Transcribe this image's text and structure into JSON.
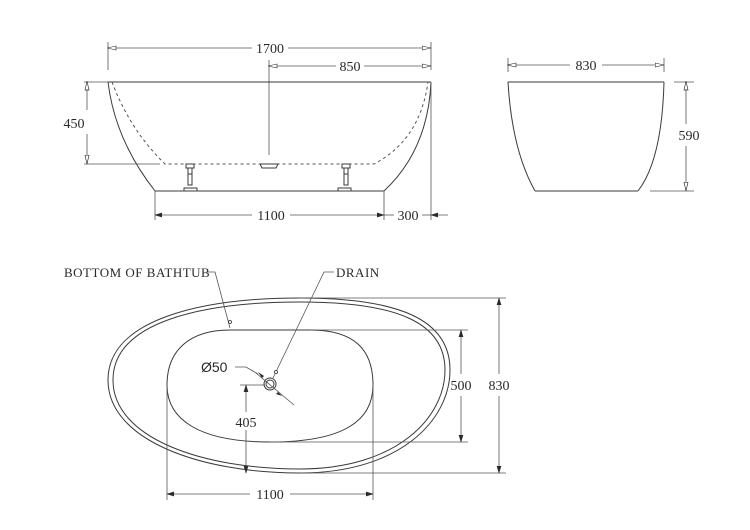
{
  "drawing": {
    "subject": "Freestanding bathtub",
    "units": "mm",
    "side_view": {
      "overall_length": "1700",
      "half_length": "850",
      "inner_depth": "450",
      "base_length": "1100",
      "rim_overhang": "300"
    },
    "end_view": {
      "width": "830",
      "height": "590"
    },
    "top_view": {
      "labels": {
        "bottom": "BOTTOM OF BATHTUB",
        "drain": "DRAIN"
      },
      "drain_diameter": "Ø50",
      "drain_offset": "405",
      "inner_width": "500",
      "overall_width": "830",
      "base_length": "1100"
    }
  }
}
